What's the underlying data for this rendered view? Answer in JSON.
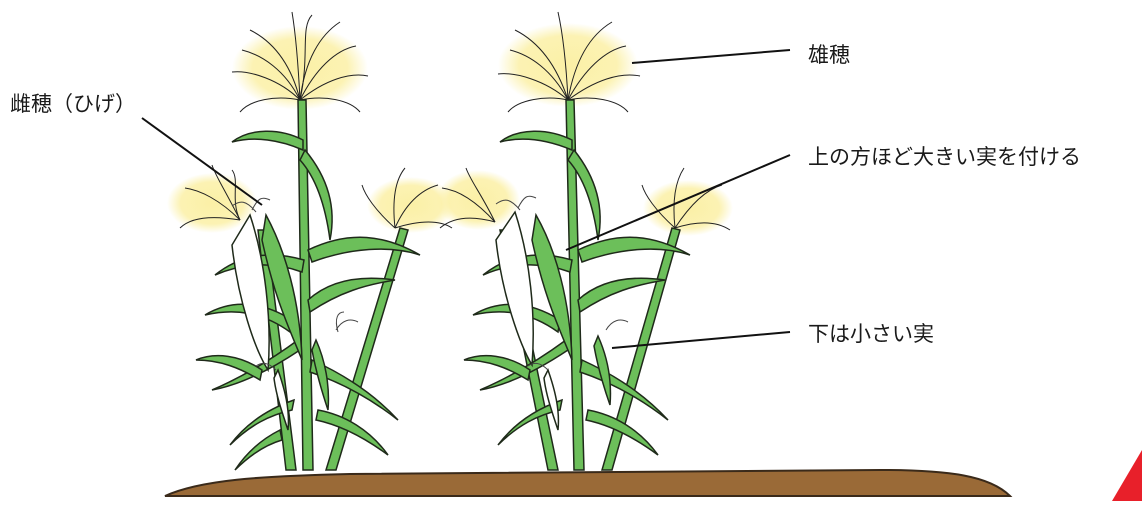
{
  "labels": {
    "silk": "雌穂（ひげ）",
    "tassel": "雄穂",
    "upper_ears": "上の方ほど大きい実を付ける",
    "lower_ears": "下は小さい実"
  },
  "colors": {
    "leaf": "#6cbf5a",
    "leaf_dark": "#3f8f36",
    "outline": "#1f2a1a",
    "tassel_glow": "#fbf0a6",
    "husk": "#ffffff",
    "soil": "#9a6a37",
    "soil_edge": "#3a2a1a",
    "corner_mark": "#e8202a"
  },
  "icons": [
    "corn-plant-left",
    "corn-plant-right",
    "soil-mound",
    "corner-diamond-icon"
  ]
}
